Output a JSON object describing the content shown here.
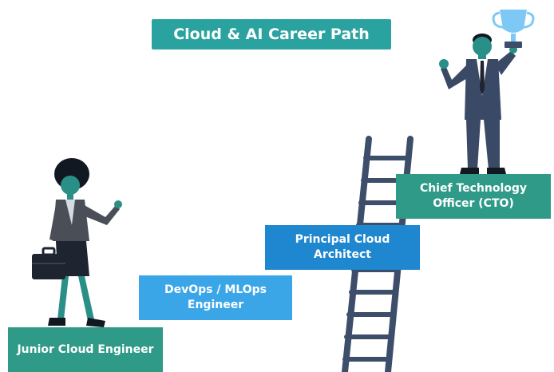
{
  "title": "Cloud & AI Career Path",
  "steps": [
    {
      "label": "Junior Cloud Engineer"
    },
    {
      "label": "DevOps / MLOps Engineer"
    },
    {
      "label": "Principal Cloud Architect"
    },
    {
      "label": "Chief Technology Officer (CTO)"
    }
  ],
  "colors": {
    "title": "#2aa3a0",
    "teal_step": "#2e9a87",
    "light_blue_step": "#3aa6e8",
    "blue_step": "#1f87cf",
    "ladder": "#3d4e6b",
    "trophy": "#7ec8f5",
    "suit": "#3a4a66",
    "skin": "#2a8f86"
  },
  "icons": [
    "ladder",
    "trophy-icon",
    "briefcase-icon",
    "woman-figure",
    "man-figure"
  ]
}
